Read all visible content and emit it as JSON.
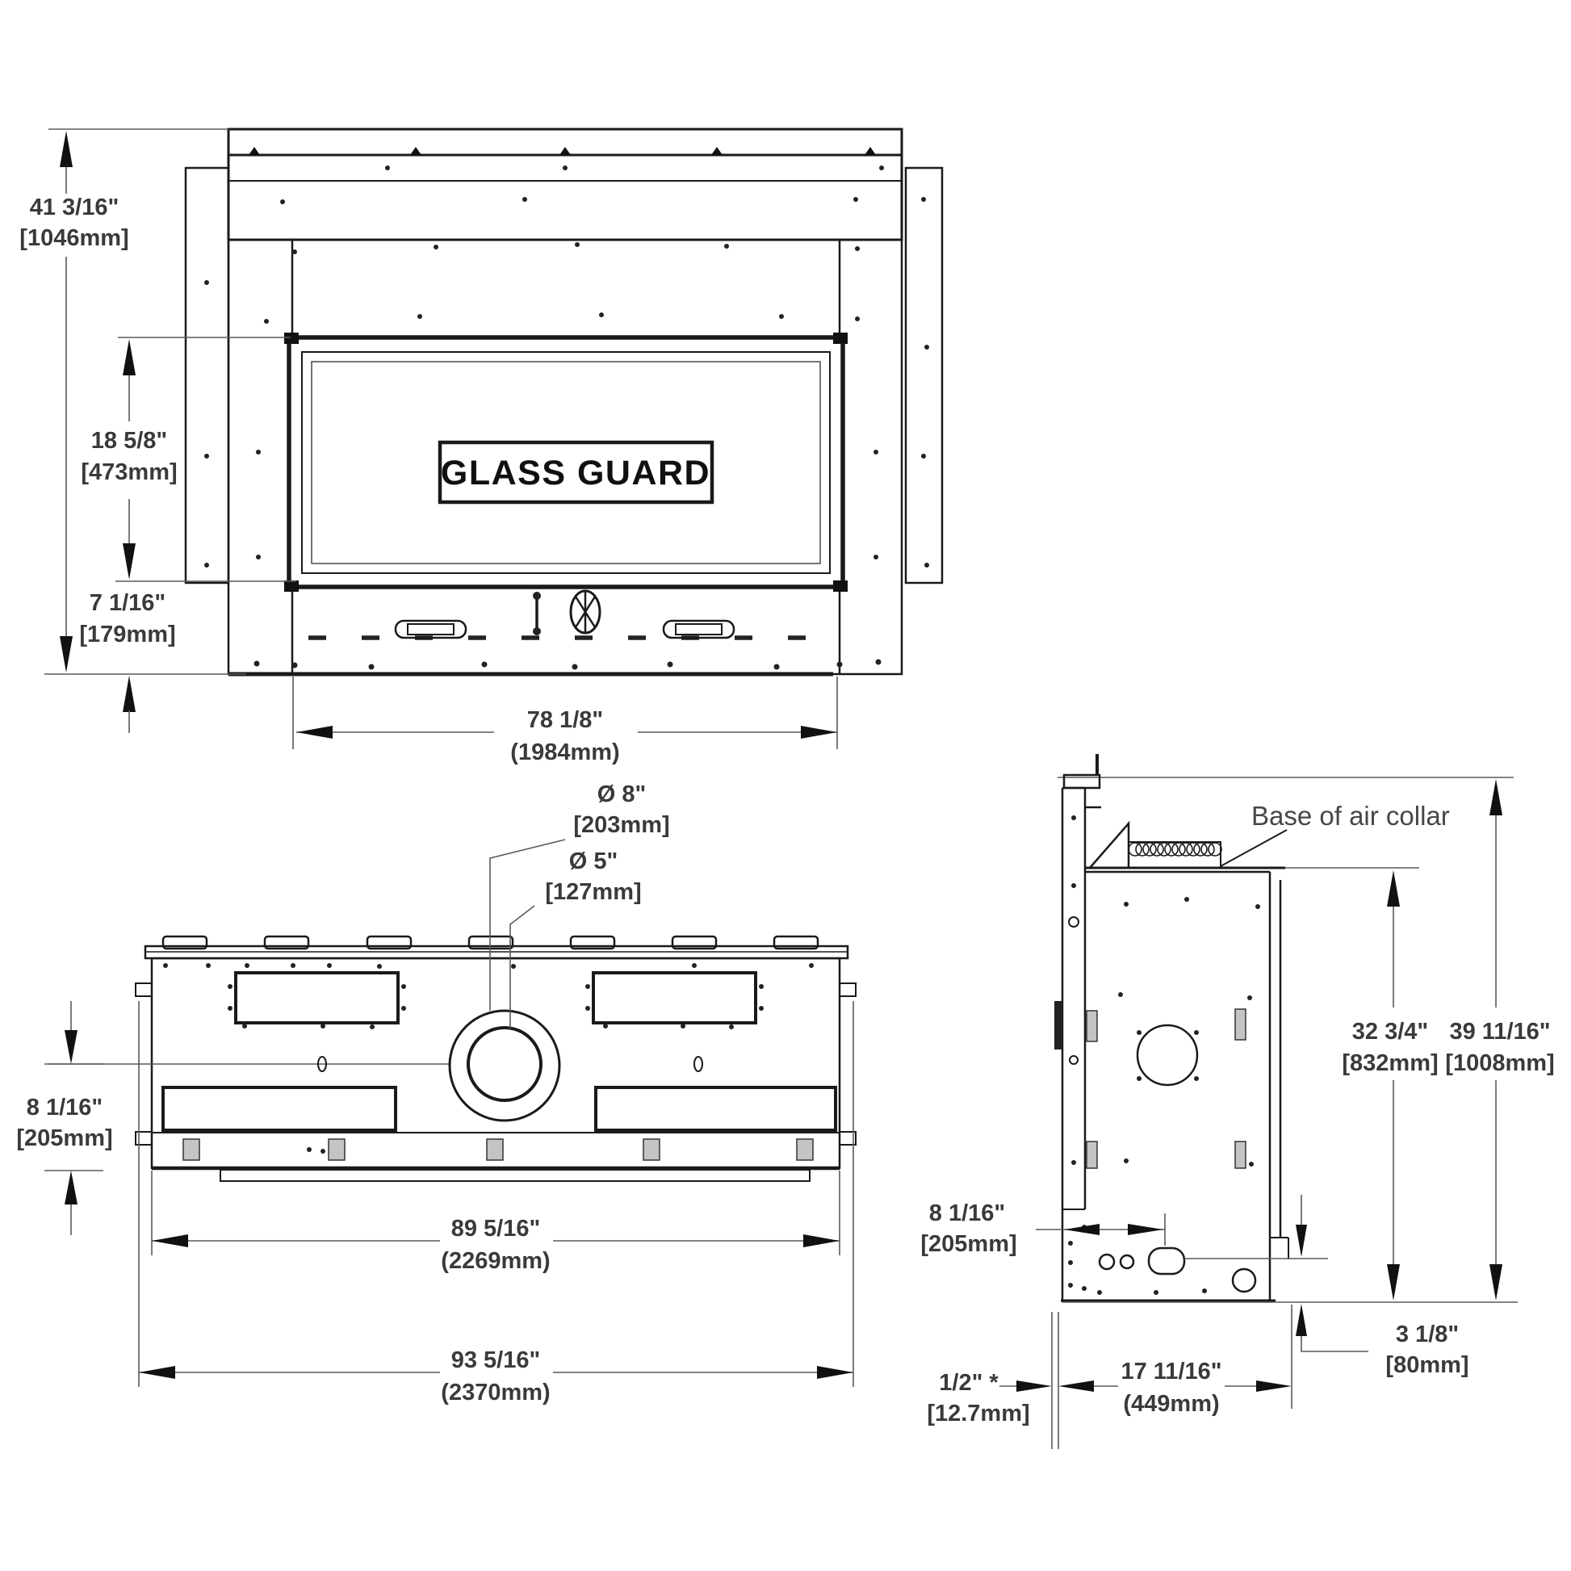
{
  "diagram": {
    "title": "fireplace-insert-dimension-drawing",
    "front": {
      "glass_guard": "GLASS GUARD",
      "overall_height_in": "41 3/16\"",
      "overall_height_mm": "[1046mm]",
      "glass_height_in": "18 5/8\"",
      "glass_height_mm": "[473mm]",
      "lower_height_in": "7 1/16\"",
      "lower_height_mm": "[179mm]",
      "opening_width_in": "78 1/8\"",
      "opening_width_mm": "(1984mm)"
    },
    "rear": {
      "outer_collar_dia_in": "Ø 8\"",
      "outer_collar_dia_mm": "[203mm]",
      "inner_collar_dia_in": "Ø 5\"",
      "inner_collar_dia_mm": "[127mm]",
      "lower_section_in": "8 1/16\"",
      "lower_section_mm": "[205mm]",
      "body_width_in": "89 5/16\"",
      "body_width_mm": "(2269mm)",
      "overall_width_in": "93 5/16\"",
      "overall_width_mm": "(2370mm)"
    },
    "side": {
      "air_collar_note": "Base of air collar",
      "collar_height_in": "32 3/4\"",
      "collar_height_mm": "[832mm]",
      "overall_height_in": "39 11/16\"",
      "overall_height_mm": "[1008mm]",
      "gas_inlet_in": "8 1/16\"",
      "gas_inlet_mm": "[205mm]",
      "depth_in": "17 11/16\"",
      "depth_mm": "(449mm)",
      "wall_gap_in": "1/2\" *",
      "wall_gap_mm": "[12.7mm]",
      "bottom_offset_in": "3 1/8\"",
      "bottom_offset_mm": "[80mm]"
    },
    "colors": {
      "line": "#1a1a1a",
      "dimension": "#5a5a5a",
      "text": "#3a3a3a",
      "background": "#ffffff"
    }
  }
}
